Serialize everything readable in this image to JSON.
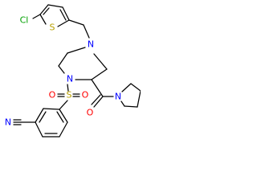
{
  "molecule": {
    "colors": {
      "carbon_bond": "#000000",
      "chlorine": "#00a000",
      "sulfur": "#b8a000",
      "nitrogen": "#0000ff",
      "oxygen": "#ff0000"
    },
    "atoms": {
      "chlorine": "Cl",
      "thiophene_sulfur": "S",
      "piperazine_n4": "N",
      "piperazine_n1": "N",
      "sulfonyl_sulfur": "S",
      "sulfonyl_oxygen_left": "O",
      "sulfonyl_oxygen_right": "O",
      "carbonyl_oxygen": "O",
      "pyrrolidine_n": "N",
      "nitrile_n": "N"
    }
  }
}
